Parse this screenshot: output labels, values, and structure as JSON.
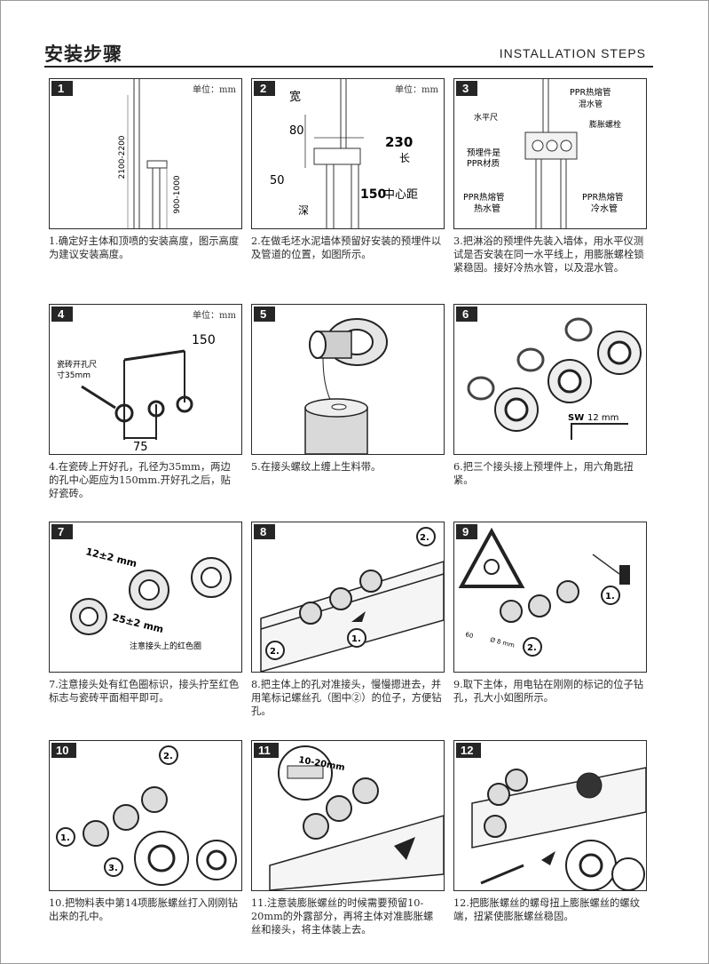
{
  "header": {
    "title_cn": "安装步骤",
    "title_en": "INSTALLATION STEPS"
  },
  "steps": [
    {
      "number": "1",
      "unit": "单位：mm",
      "labels": {
        "height_total": "2100-2200",
        "height_lower": "900-1000"
      },
      "caption": "1.确定好主体和顶喷的安装高度，图示高度为建议安装高度。"
    },
    {
      "number": "2",
      "unit": "单位：mm",
      "labels": {
        "width": "宽",
        "dim80": "80",
        "dim230": "230",
        "length": "长",
        "dim50": "50",
        "dim150": "150",
        "center_distance": "中心距",
        "depth": "深"
      },
      "caption": "2.在做毛坯水泥墙体预留好安装的预埋件以及管道的位置，如图所示。"
    },
    {
      "number": "3",
      "labels": {
        "ppr_top": "PPR热熔管",
        "mix_pipe": "混水管",
        "level": "水平尺",
        "expansion_bolt": "膨胀螺栓",
        "embedded": "预埋件是",
        "ppr_material": "PPR材质",
        "ppr_left": "PPR热熔管",
        "hot_pipe": "热水管",
        "ppr_right": "PPR热熔管",
        "cold_pipe": "冷水管"
      },
      "caption": "3.把淋浴的预埋件先装入墙体，用水平仪测试是否安装在同一水平线上，用膨胀螺栓锁紧稳固。接好冷热水管，以及混水管。"
    },
    {
      "number": "4",
      "unit": "单位：mm",
      "labels": {
        "dim150": "150",
        "tile_hole_1": "瓷砖开孔尺",
        "tile_hole_2": "寸35mm",
        "dim75": "75"
      },
      "caption": "4.在瓷砖上开好孔，孔径为35mm，两边的孔中心距应为150mm.开好孔之后，贴好瓷砖。"
    },
    {
      "number": "5",
      "caption": "5.在接头螺纹上缠上生料带。"
    },
    {
      "number": "6",
      "labels": {
        "sw": "SW",
        "sw_size": "12 mm"
      },
      "caption": "6.把三个接头接上预埋件上，用六角匙扭紧。"
    },
    {
      "number": "7",
      "labels": {
        "dim12": "12±2 mm",
        "dim25": "25±2 mm",
        "red_ring": "注意接头上的红色圈"
      },
      "caption": "7.注意接头处有红色圈标识，接头拧至红色标志与瓷砖平面相平即可。"
    },
    {
      "number": "8",
      "labels": {
        "c1": "1.",
        "c2": "2.",
        "c2b": "2."
      },
      "caption": "8.把主体上的孔对准接头，慢慢摁进去，并用笔标记螺丝孔（图中②）的位子，方便钻孔。"
    },
    {
      "number": "9",
      "labels": {
        "c1": "1.",
        "c2": "2.",
        "dim60": "60",
        "dim8": "Ø 8 mm"
      },
      "caption": "9.取下主体，用电钻在刚刚的标记的位子钻孔，孔大小如图所示。"
    },
    {
      "number": "10",
      "labels": {
        "c1": "1.",
        "c2": "2.",
        "c3": "3."
      },
      "caption": "10.把物料表中第14项膨胀螺丝打入刚刚钻出来的孔中。"
    },
    {
      "number": "11",
      "labels": {
        "dim1020": "10-20mm"
      },
      "caption": "11.注意装膨胀螺丝的时候需要预留10-20mm的外露部分，再将主体对准膨胀螺丝和接头，将主体装上去。"
    },
    {
      "number": "12",
      "caption": "12.把膨胀螺丝的螺母扭上膨胀螺丝的螺纹端，扭紧使膨胀螺丝稳固。"
    }
  ]
}
